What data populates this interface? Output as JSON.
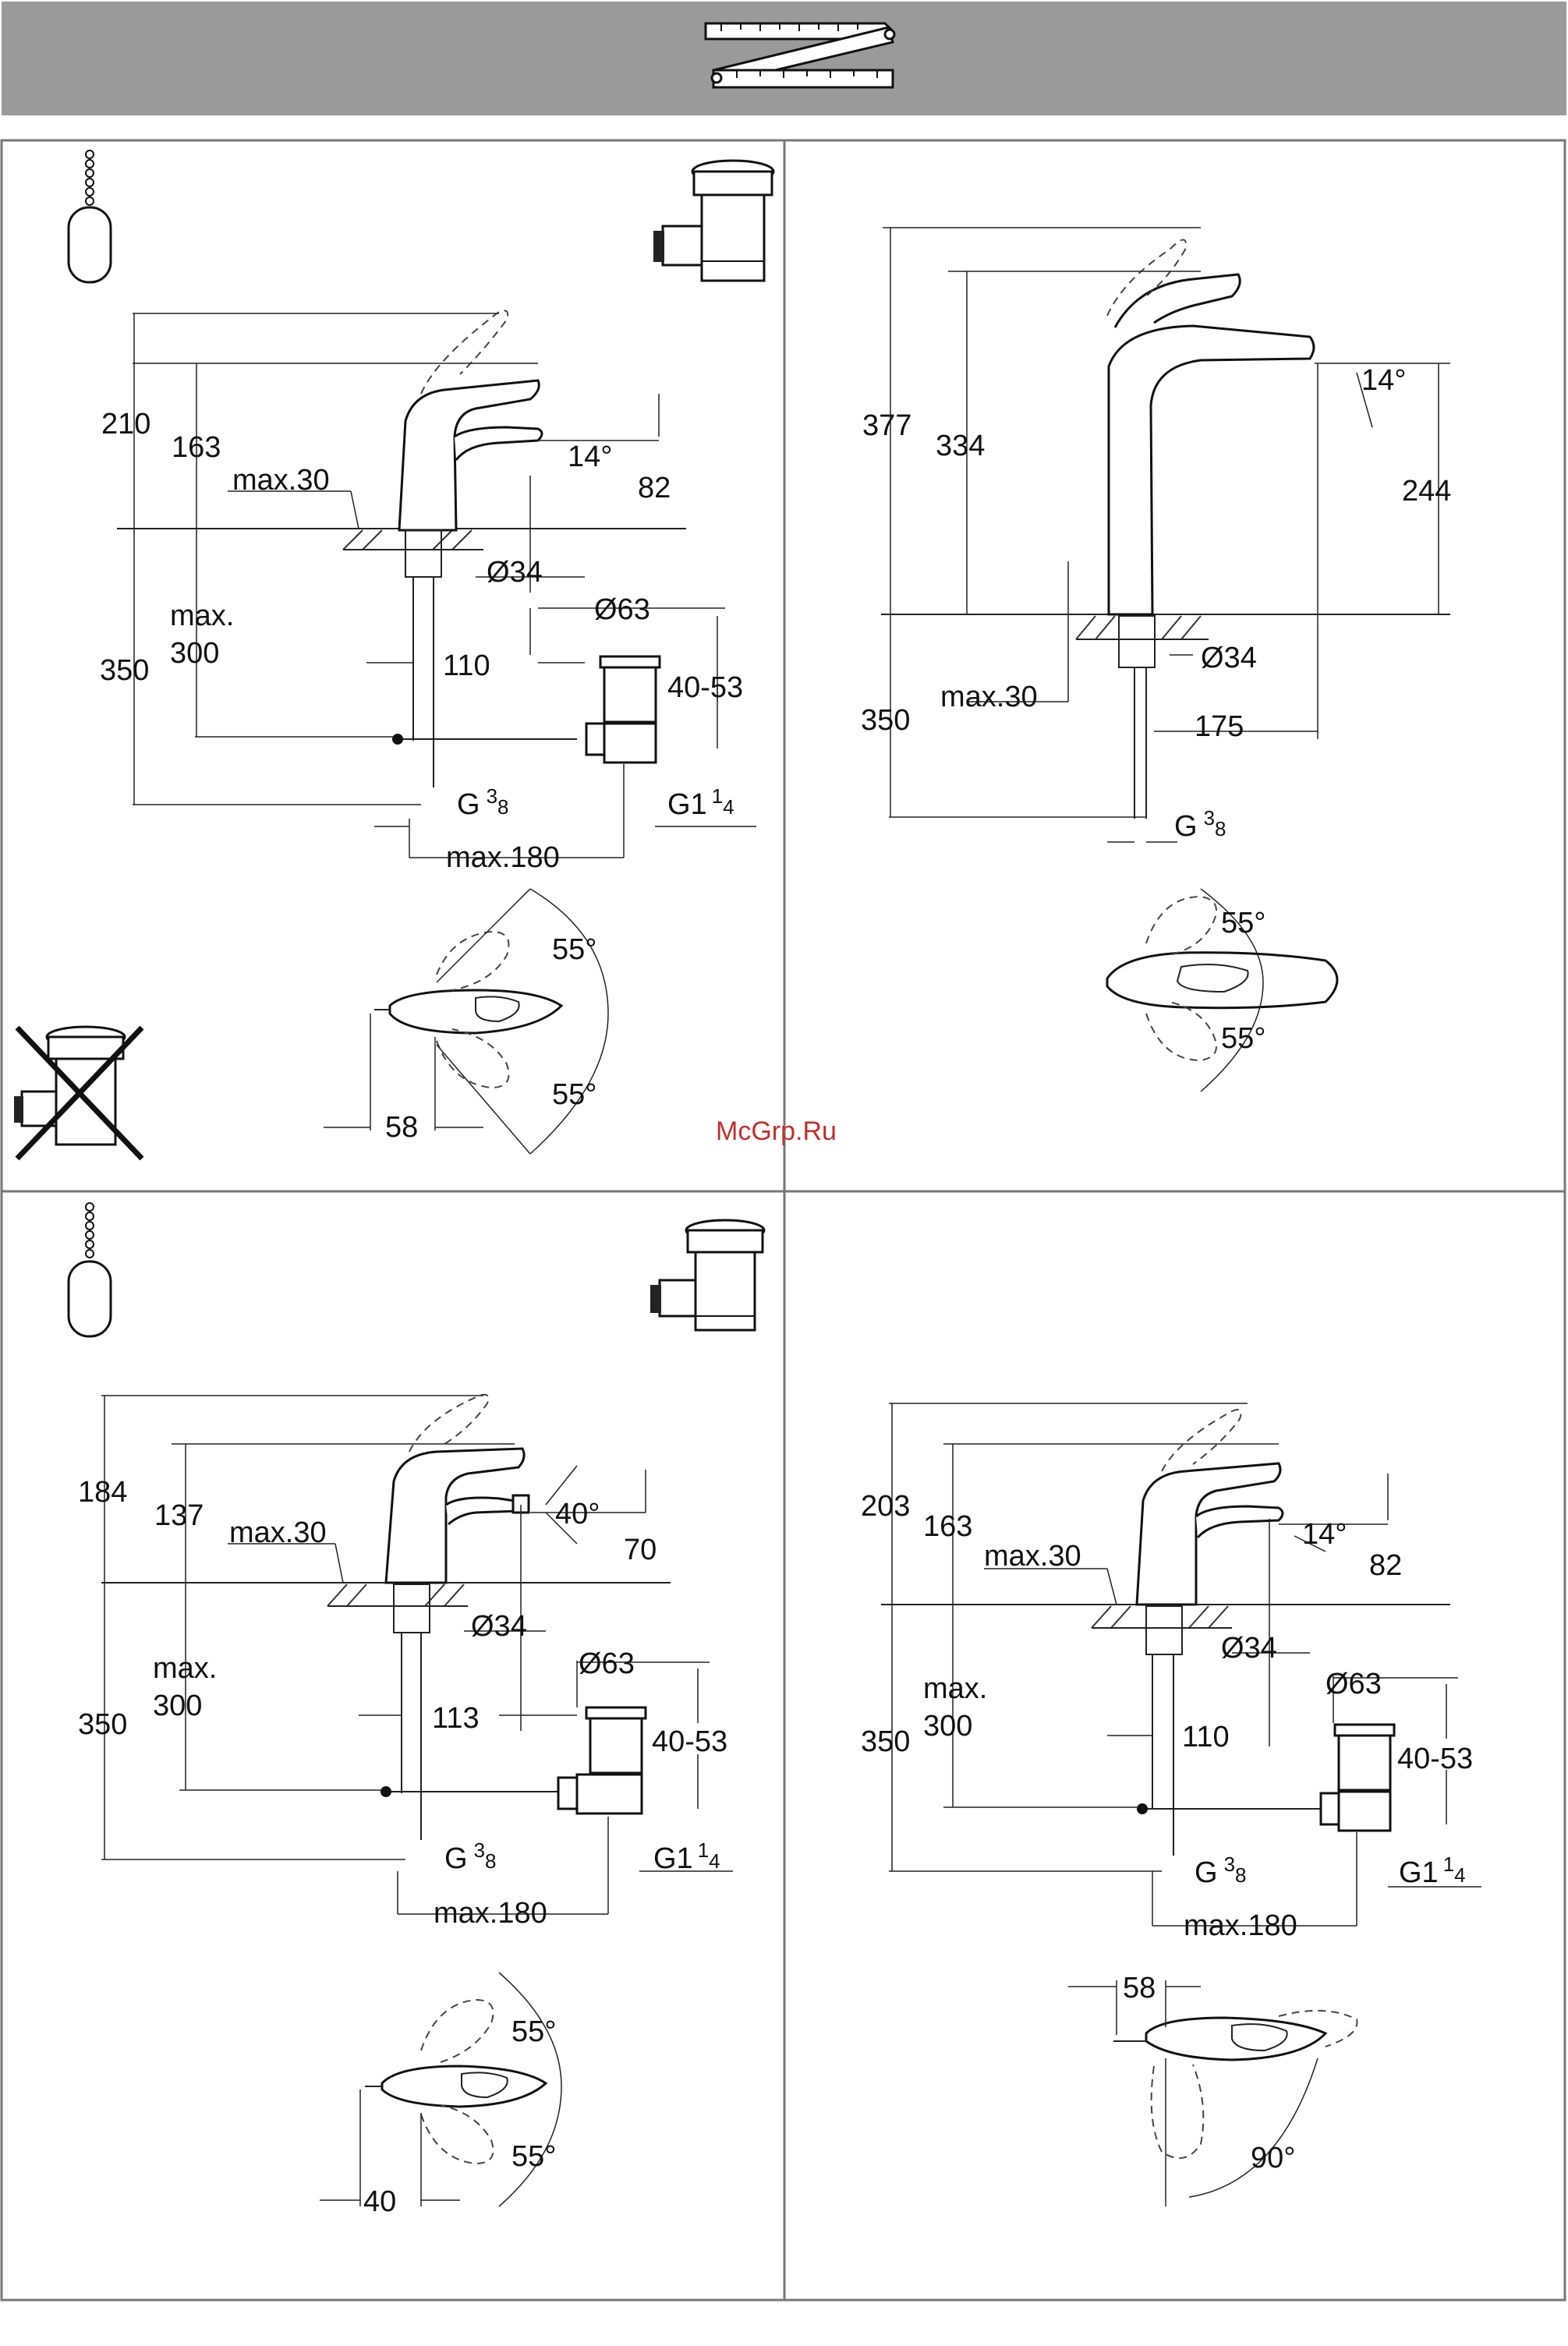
{
  "watermark": "McGrp.Ru",
  "panel_a": {
    "height_total": "210",
    "height_spout": "163",
    "max_deck": "max.30",
    "angle": "14°",
    "spout_height": "82",
    "hole": "Ø34",
    "waste": "Ø63",
    "below": "350",
    "max_label": "max.",
    "max_value": "300",
    "reach": "110",
    "waste_range": "40-53",
    "conn_g": "G",
    "conn_g_num": "3",
    "conn_g_den": "8",
    "conn_g1": "G1",
    "conn_g1_num": "1",
    "conn_g1_den": "4",
    "max_width": "max.180",
    "rot_top": "55°",
    "rot_bottom": "55°",
    "lever": "58"
  },
  "panel_b": {
    "height_total": "377",
    "height_spout": "334",
    "angle": "14°",
    "spout_height": "244",
    "hole": "Ø34",
    "max_deck": "max.30",
    "below": "350",
    "reach": "175",
    "conn_g": "G",
    "conn_g_num": "3",
    "conn_g_den": "8",
    "rot_top": "55°",
    "rot_bottom": "55°"
  },
  "panel_c": {
    "height_total": "184",
    "height_spout": "137",
    "max_deck": "max.30",
    "angle": "40°",
    "spout_height": "70",
    "hole": "Ø34",
    "waste": "Ø63",
    "below": "350",
    "max_label": "max.",
    "max_value": "300",
    "reach": "113",
    "waste_range": "40-53",
    "conn_g": "G",
    "conn_g_num": "3",
    "conn_g_den": "8",
    "conn_g1": "G1",
    "conn_g1_num": "1",
    "conn_g1_den": "4",
    "max_width": "max.180",
    "rot_top": "55°",
    "rot_bottom": "55°",
    "lever": "40"
  },
  "panel_d": {
    "height_total": "203",
    "height_spout": "163",
    "max_deck": "max.30",
    "angle": "14°",
    "spout_height": "82",
    "hole": "Ø34",
    "waste": "Ø63",
    "below": "350",
    "max_label": "max.",
    "max_value": "300",
    "reach": "110",
    "waste_range": "40-53",
    "conn_g": "G",
    "conn_g_num": "3",
    "conn_g_den": "8",
    "conn_g1": "G1",
    "conn_g1_num": "1",
    "conn_g1_den": "4",
    "max_width": "max.180",
    "lever": "58",
    "rot": "90°"
  }
}
